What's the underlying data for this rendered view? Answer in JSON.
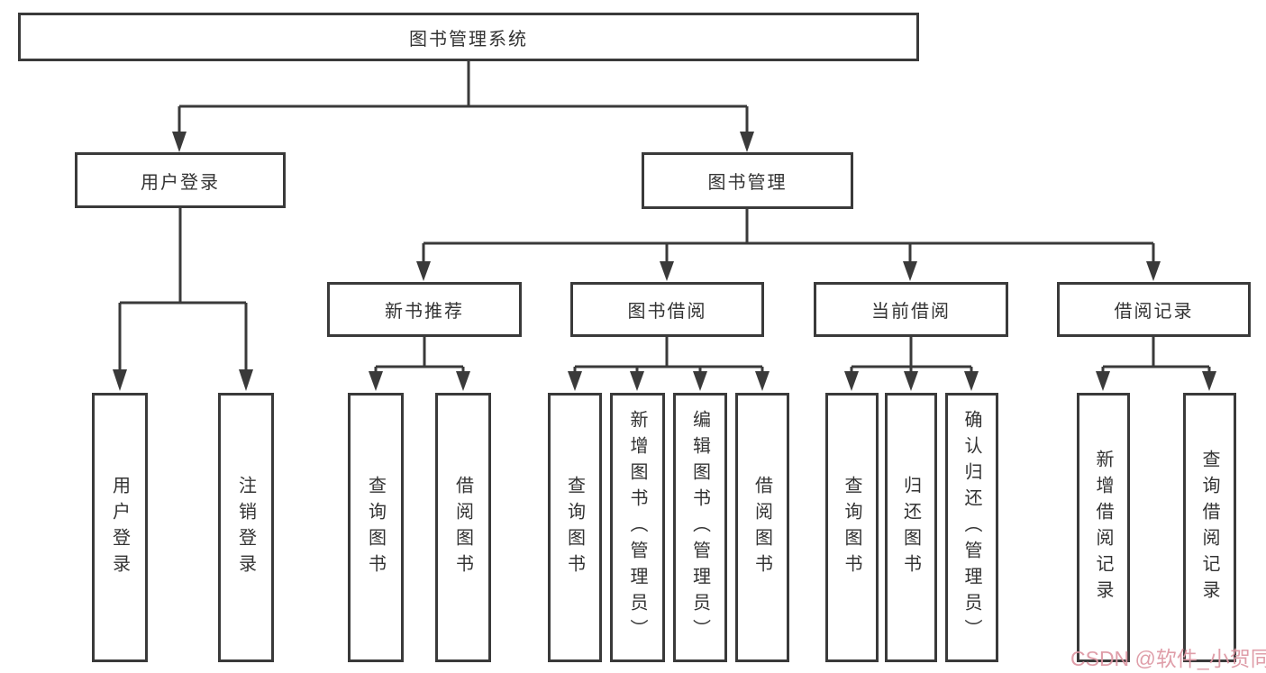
{
  "diagram_title": "图书管理系统",
  "tree": {
    "label": "图书管理系统",
    "children": [
      {
        "label": "用户登录",
        "children": [
          {
            "label": "用户登录"
          },
          {
            "label": "注销登录"
          }
        ]
      },
      {
        "label": "图书管理",
        "children": [
          {
            "label": "新书推荐",
            "children": [
              {
                "label": "查询图书"
              },
              {
                "label": "借阅图书"
              }
            ]
          },
          {
            "label": "图书借阅",
            "children": [
              {
                "label": "查询图书"
              },
              {
                "label": "新增图书（管理员）"
              },
              {
                "label": "编辑图书（管理员）"
              },
              {
                "label": "借阅图书"
              }
            ]
          },
          {
            "label": "当前借阅",
            "children": [
              {
                "label": "查询图书"
              },
              {
                "label": "归还图书"
              },
              {
                "label": "确认归还（管理员）"
              }
            ]
          },
          {
            "label": "借阅记录",
            "children": [
              {
                "label": "新增借阅记录"
              },
              {
                "label": "查询借阅记录"
              }
            ]
          }
        ]
      }
    ]
  },
  "watermark": {
    "text": "CSDN @软件_小贺同学",
    "color": "#dd96a2"
  },
  "colors": {
    "line": "#3a3a3a",
    "box_border": "#3a3a3a",
    "text": "#333333",
    "background": "#ffffff"
  }
}
